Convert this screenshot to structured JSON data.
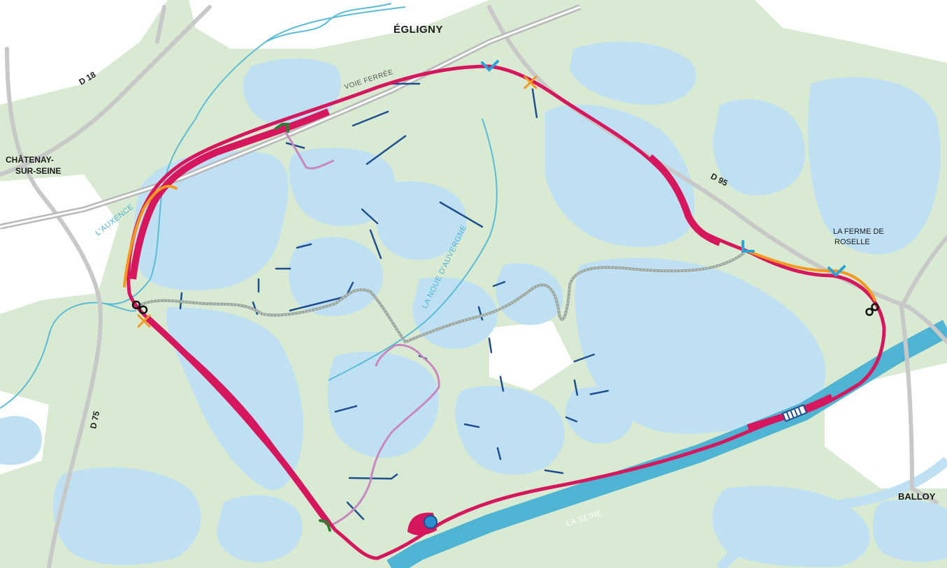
{
  "places": {
    "egligny": "ÉGLIGNY",
    "chatenay_line1": "CHÂTENAY-",
    "chatenay_line2": "SUR-SEINE",
    "ferme_line1": "LA FERME DE",
    "ferme_line2": "ROSELLE",
    "balloy": "BALLOY"
  },
  "roads": {
    "d18": "D 18",
    "d95": "D 95",
    "d75": "D 75"
  },
  "rail": {
    "voie_ferree": "VOIE FERRÉE"
  },
  "waterways": {
    "auxence": "L'AUXENCE",
    "noue": "LA NOUE D'AUVERGNE",
    "seine": "LA SEINE"
  },
  "colors": {
    "background": "#ffffff",
    "forest": "#d8ead2",
    "lake": "#bfe0f3",
    "river": "#4fb3d4",
    "stream": "#5bbcd6",
    "road": "#c8c8c8",
    "railway": "#b8b8b8",
    "main_loop": "#d6175e",
    "bike_section": "#f39a1e",
    "spur_path": "#c987c0",
    "gravel_path": "#9aa59e",
    "dike": "#1f4e8f",
    "marker_blue": "#29a3d8",
    "marker_orange": "#f39a1e",
    "marker_green": "#2e7d32"
  },
  "icons": {
    "loop_junction": "infinity-loop-icon",
    "crossing": "orange-x-crossing-icon",
    "viewpoint": "blue-chevron-icon",
    "turn": "blue-corner-icon",
    "green_turn": "green-corner-icon",
    "bridge": "bridge-hatch-icon",
    "lock": "lock-circle-icon"
  }
}
